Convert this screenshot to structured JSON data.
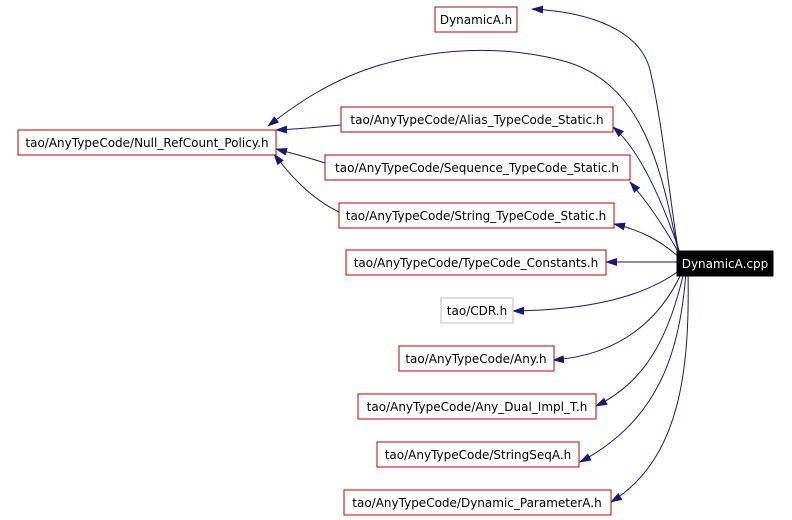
{
  "diagram": {
    "root": "DynamicA.cpp",
    "nodes": {
      "dynamica_h": "DynamicA.h",
      "null_refcount": "tao/AnyTypeCode/Null_RefCount_Policy.h",
      "alias_tc": "tao/AnyTypeCode/Alias_TypeCode_Static.h",
      "sequence_tc": "tao/AnyTypeCode/Sequence_TypeCode_Static.h",
      "string_tc": "tao/AnyTypeCode/String_TypeCode_Static.h",
      "tc_constants": "tao/AnyTypeCode/TypeCode_Constants.h",
      "cdr": "tao/CDR.h",
      "any": "tao/AnyTypeCode/Any.h",
      "any_dual": "tao/AnyTypeCode/Any_Dual_Impl_T.h",
      "stringseq": "tao/AnyTypeCode/StringSeqA.h",
      "dyn_param": "tao/AnyTypeCode/Dynamic_ParameterA.h"
    },
    "colors": {
      "root_fill": "#000000",
      "root_text": "#ffffff",
      "node_border": "#bf0000",
      "undocumented_border": "#bfbfbf",
      "edge": "#191970"
    }
  }
}
